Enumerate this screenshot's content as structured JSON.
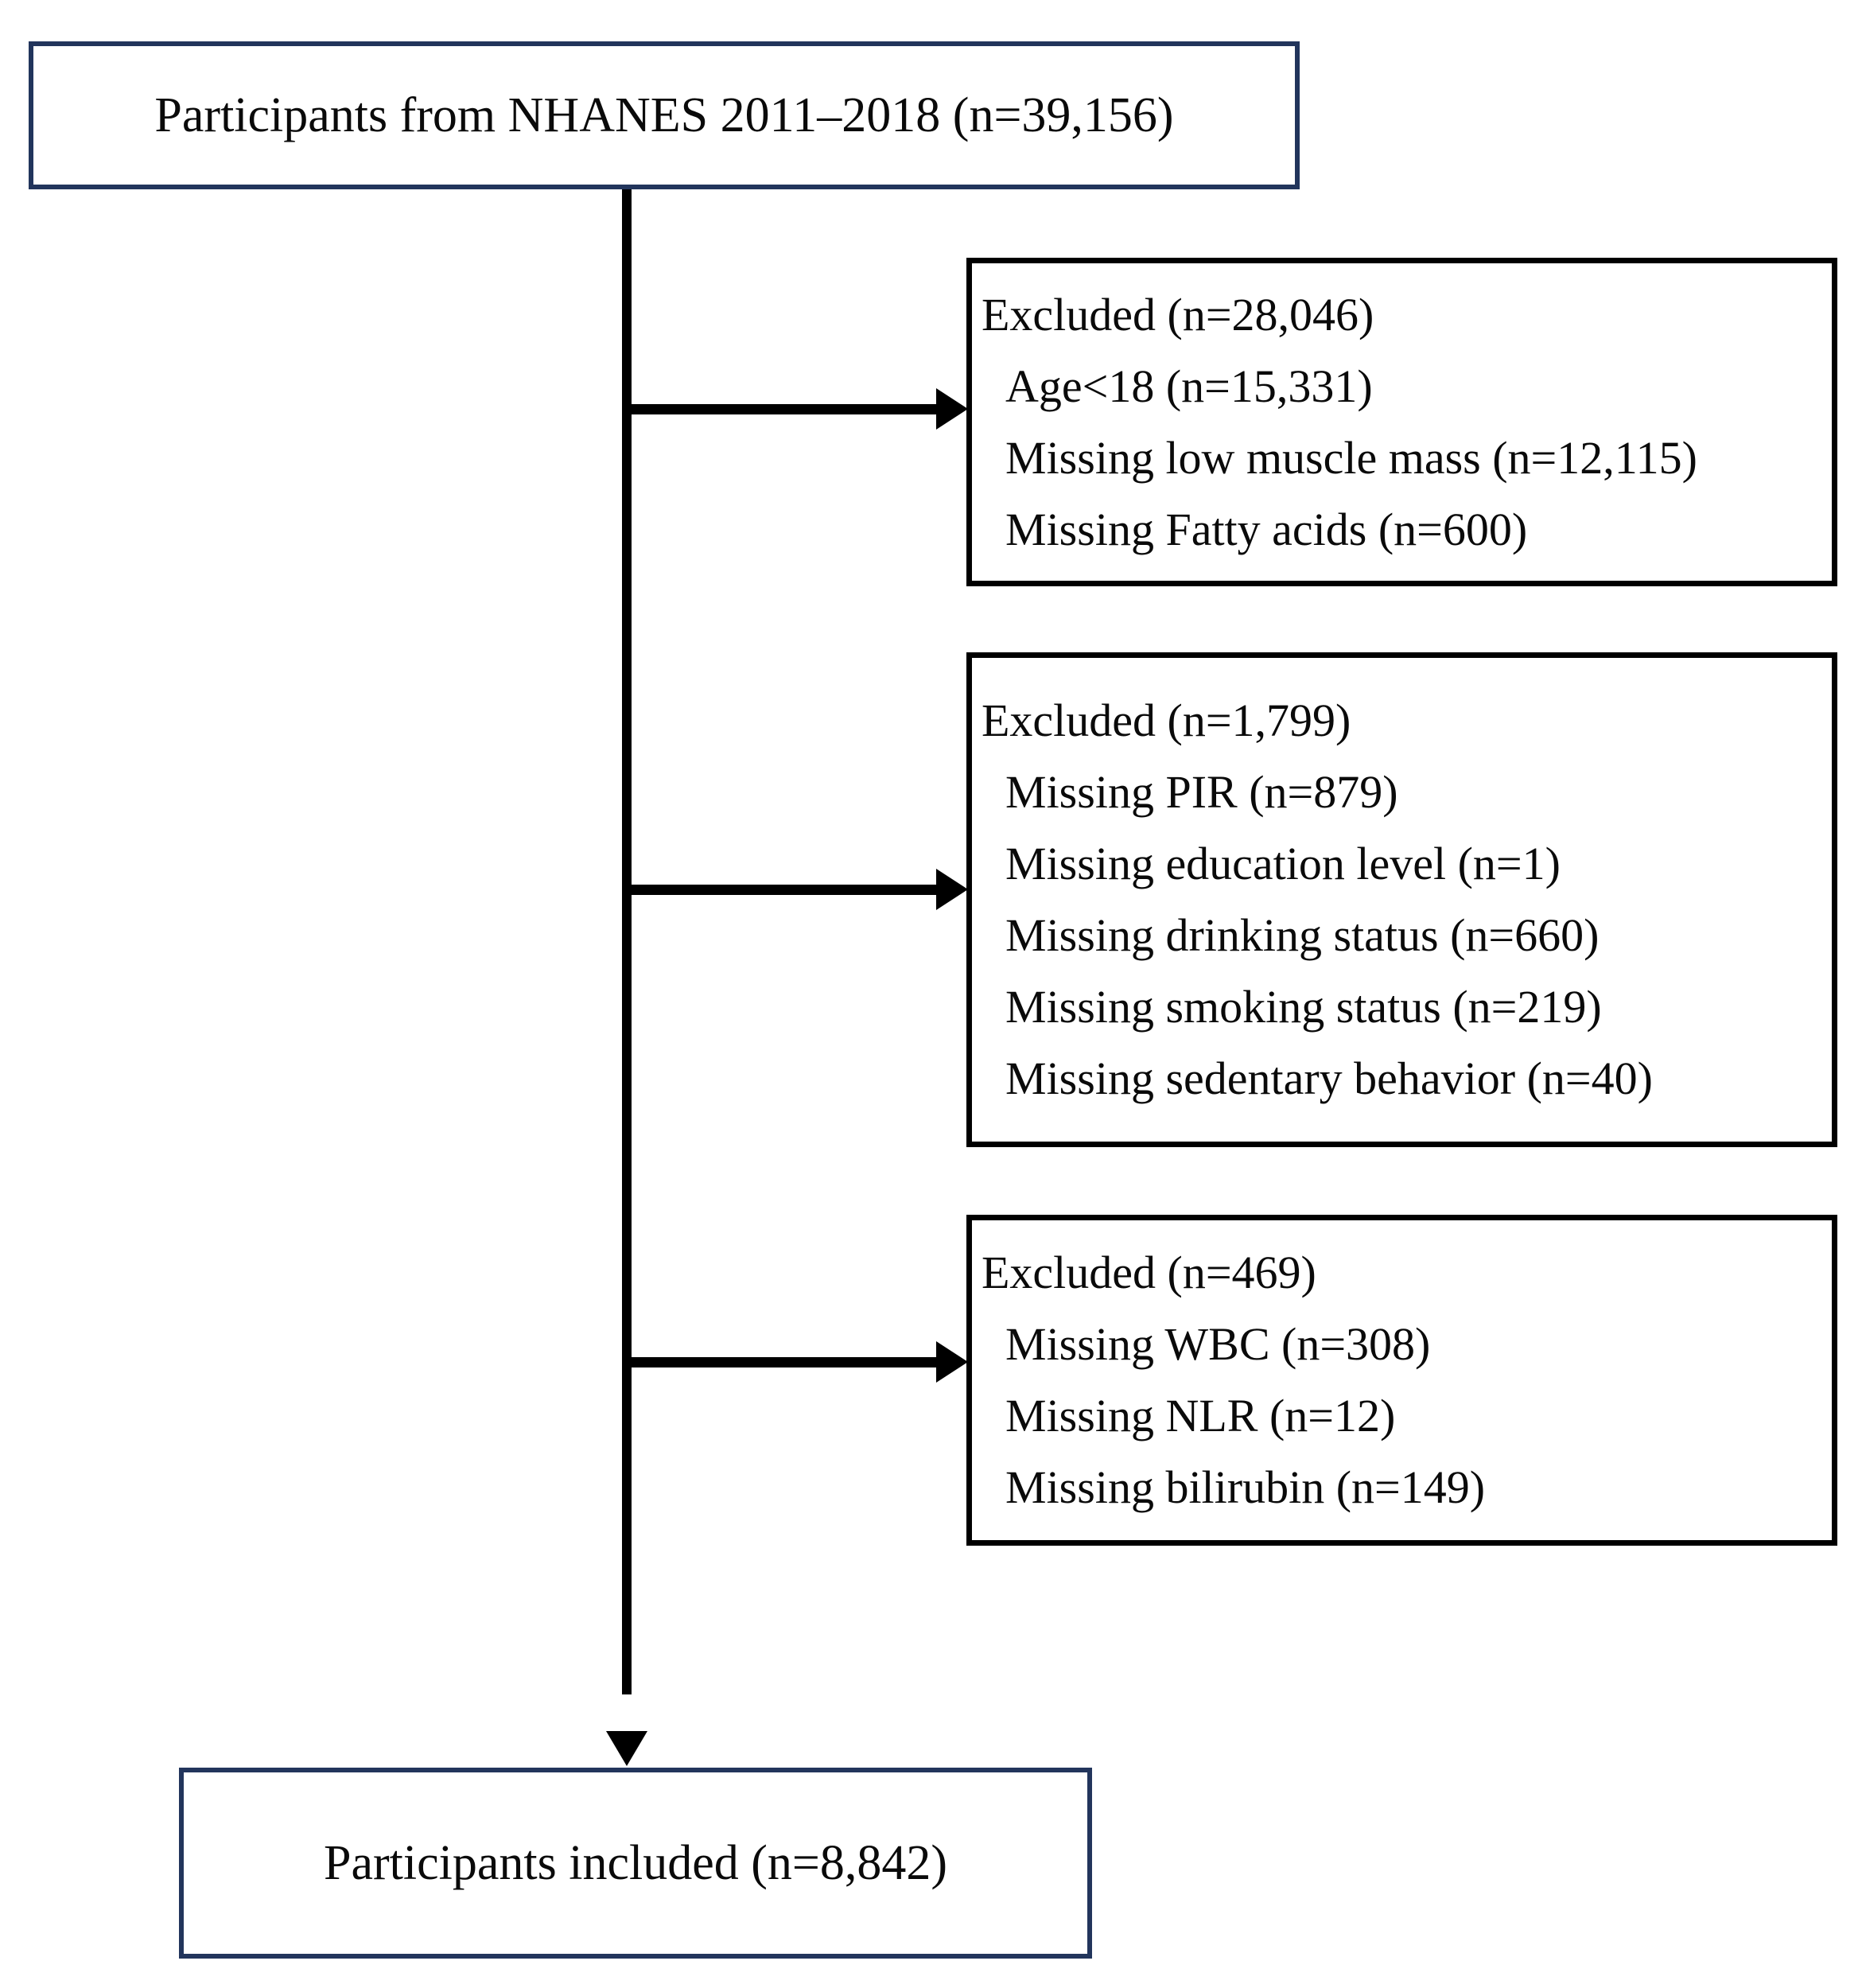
{
  "figure": {
    "type": "participant-flow-diagram",
    "colors": {
      "primary_box_border": "#22355c",
      "exclusion_box_border": "#000000",
      "connector": "#000000",
      "background": "#ffffff",
      "text": "#0a0a0a"
    }
  },
  "nodes": {
    "source": {
      "label": "Participants from NHANES 2011–2018 (n=39,156)",
      "n": 39156,
      "study": "NHANES",
      "years": "2011–2018"
    },
    "included": {
      "label": "Participants included (n=8,842)",
      "n": 8842
    }
  },
  "exclusions": [
    {
      "header": "Excluded (n=28,046)",
      "total": 28046,
      "reasons": [
        {
          "label": "Age<18 (n=15,331)",
          "n": 15331
        },
        {
          "label": "Missing low muscle mass (n=12,115)",
          "n": 12115
        },
        {
          "label": "Missing Fatty acids (n=600)",
          "n": 600
        }
      ]
    },
    {
      "header": "Excluded (n=1,799)",
      "total": 1799,
      "reasons": [
        {
          "label": "Missing PIR (n=879)",
          "n": 879
        },
        {
          "label": "Missing education level (n=1)",
          "n": 1
        },
        {
          "label": "Missing drinking status (n=660)",
          "n": 660
        },
        {
          "label": "Missing smoking status (n=219)",
          "n": 219
        },
        {
          "label": "Missing sedentary behavior (n=40)",
          "n": 40
        }
      ]
    },
    {
      "header": "Excluded (n=469)",
      "total": 469,
      "reasons": [
        {
          "label": "Missing WBC (n=308)",
          "n": 308
        },
        {
          "label": "Missing NLR (n=12)",
          "n": 12
        },
        {
          "label": "Missing bilirubin (n=149)",
          "n": 149
        }
      ]
    }
  ]
}
